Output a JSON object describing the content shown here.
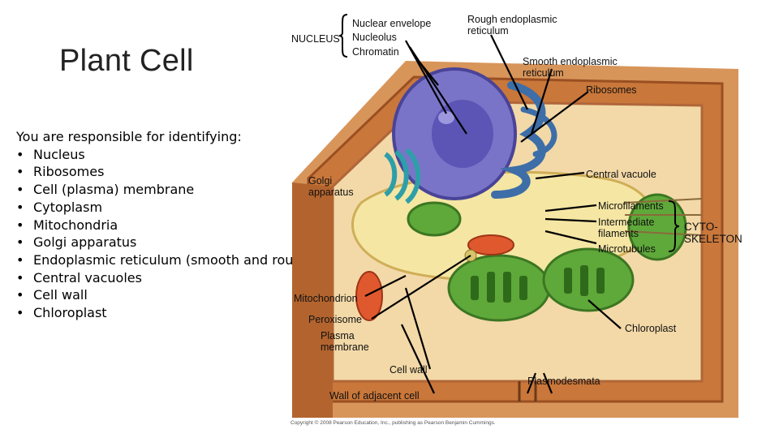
{
  "title": "Plant Cell",
  "task": {
    "heading": "You are responsible for identifying:",
    "items": [
      "Nucleus",
      "Ribosomes",
      "Cell (plasma) membrane",
      "Cytoplasm",
      "Mitochondria",
      "Golgi apparatus",
      "Endoplasmic reticulum (smooth and rough)",
      "Central vacuoles",
      "Cell wall",
      "Chloroplast"
    ]
  },
  "labels": {
    "nucleus": "NUCLEUS",
    "nuclear_envelope": "Nuclear envelope",
    "nucleolus": "Nucleolus",
    "chromatin": "Chromatin",
    "rough_er_1": "Rough endoplasmic",
    "rough_er_2": "reticulum",
    "smooth_er_1": "Smooth endoplasmic",
    "smooth_er_2": "reticulum",
    "ribosomes": "Ribosomes",
    "golgi_1": "Golgi",
    "golgi_2": "apparatus",
    "central_vacuole": "Central vacuole",
    "microfilaments": "Microfilaments",
    "intermediate_1": "Intermediate",
    "intermediate_2": "filaments",
    "microtubules": "Microtubules",
    "cyto_1": "CYTO-",
    "cyto_2": "SKELETON",
    "mitochondrion": "Mitochondrion",
    "peroxisome": "Peroxisome",
    "plasma_1": "Plasma",
    "plasma_2": "membrane",
    "chloroplast": "Chloroplast",
    "cell_wall": "Cell wall",
    "plasmodesmata": "Plasmodesmata",
    "wall_adjacent": "Wall of adjacent cell"
  },
  "copyright": "Copyright © 2008 Pearson Education, Inc., publishing as Pearson Benjamin Cummings.",
  "colors": {
    "cell_wall": "#c9773a",
    "cell_wall_dark": "#9a4f22",
    "cytoplasm": "#f3d9a8",
    "vacuole": "#f5e6a3",
    "nucleus": "#7a74c9",
    "er": "#3d6ea8",
    "chloroplast": "#5fa83a",
    "mitochondrion": "#e0582e",
    "golgi": "#2e9fa8"
  }
}
